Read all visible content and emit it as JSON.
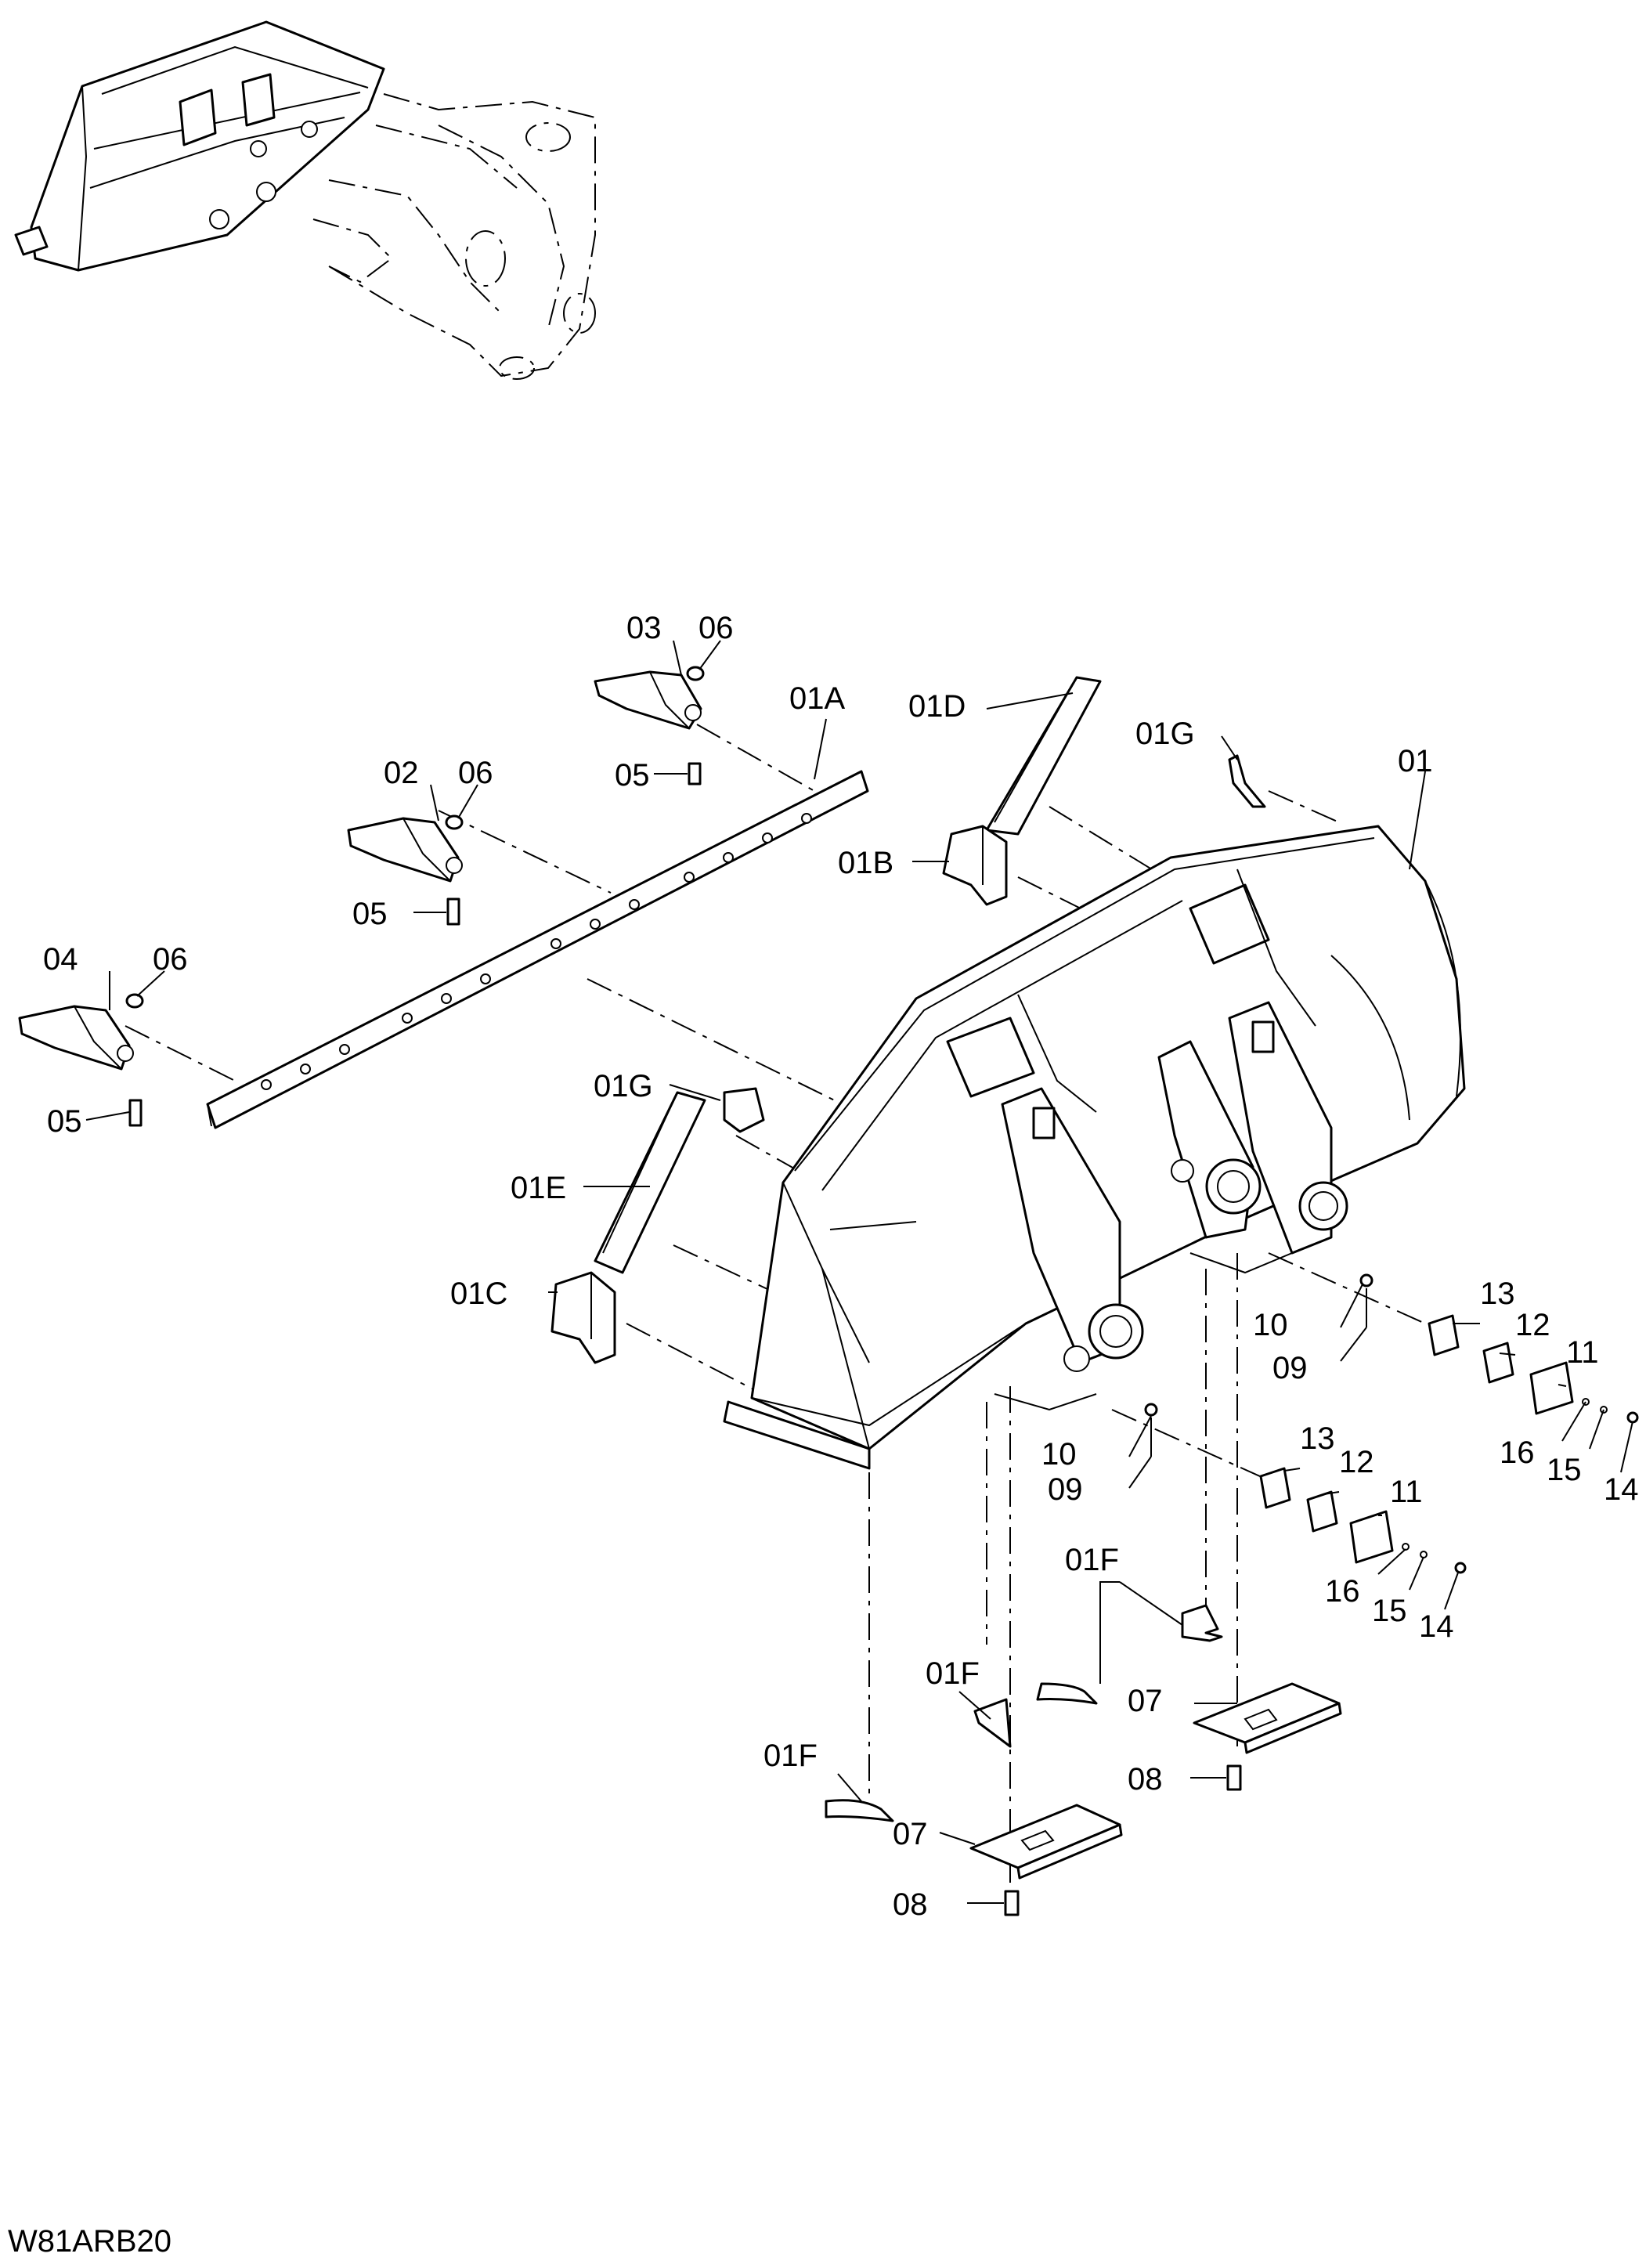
{
  "drawing_code": "W81ARB20",
  "labels": [
    {
      "id": "03",
      "text": "03"
    },
    {
      "id": "06a",
      "text": "06"
    },
    {
      "id": "01A",
      "text": "01A"
    },
    {
      "id": "01D",
      "text": "01D"
    },
    {
      "id": "01G_top",
      "text": "01G"
    },
    {
      "id": "01",
      "text": "01"
    },
    {
      "id": "02",
      "text": "02"
    },
    {
      "id": "06b",
      "text": "06"
    },
    {
      "id": "05a",
      "text": "05"
    },
    {
      "id": "01B",
      "text": "01B"
    },
    {
      "id": "05b",
      "text": "05"
    },
    {
      "id": "04",
      "text": "04"
    },
    {
      "id": "06c",
      "text": "06"
    },
    {
      "id": "01G_mid",
      "text": "01G"
    },
    {
      "id": "05c",
      "text": "05"
    },
    {
      "id": "01E",
      "text": "01E"
    },
    {
      "id": "13a",
      "text": "13"
    },
    {
      "id": "12a",
      "text": "12"
    },
    {
      "id": "10a",
      "text": "10"
    },
    {
      "id": "11a",
      "text": "11"
    },
    {
      "id": "01C",
      "text": "01C"
    },
    {
      "id": "09a",
      "text": "09"
    },
    {
      "id": "16a",
      "text": "16"
    },
    {
      "id": "15a",
      "text": "15"
    },
    {
      "id": "14a",
      "text": "14"
    },
    {
      "id": "13b",
      "text": "13"
    },
    {
      "id": "12b",
      "text": "12"
    },
    {
      "id": "10b",
      "text": "10"
    },
    {
      "id": "11b",
      "text": "11"
    },
    {
      "id": "09b",
      "text": "09"
    },
    {
      "id": "16b",
      "text": "16"
    },
    {
      "id": "15b",
      "text": "15"
    },
    {
      "id": "14b",
      "text": "14"
    },
    {
      "id": "01F_a",
      "text": "01F"
    },
    {
      "id": "01F_b",
      "text": "01F"
    },
    {
      "id": "07a",
      "text": "07"
    },
    {
      "id": "01F_c",
      "text": "01F"
    },
    {
      "id": "08a",
      "text": "08"
    },
    {
      "id": "07b",
      "text": "07"
    },
    {
      "id": "08b",
      "text": "08"
    }
  ]
}
